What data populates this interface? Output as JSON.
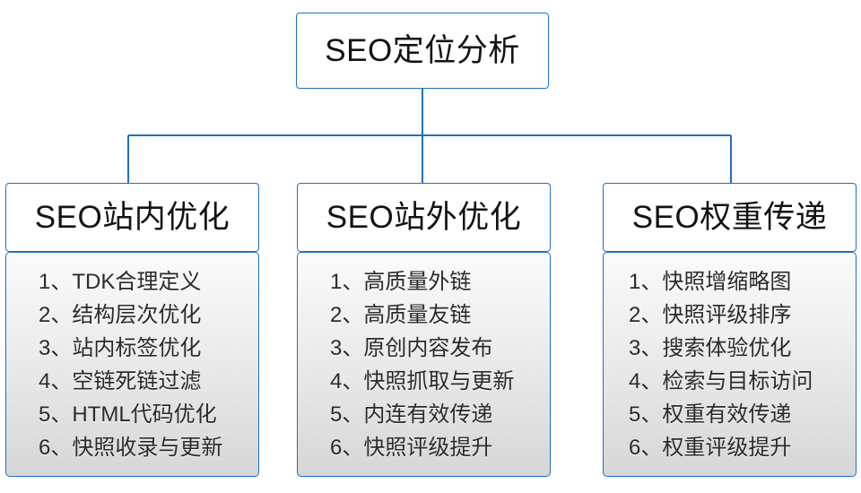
{
  "diagram": {
    "type": "org-chart",
    "accent_color": "#1F6FC4",
    "text_color": "#131313",
    "body_gradient_top": "#fbfbfb",
    "body_gradient_bottom": "#d6d6d6",
    "root": {
      "title": "SEO定位分析"
    },
    "branches": [
      {
        "title": "SEO站内优化",
        "items": [
          "1、TDK合理定义",
          "2、结构层次优化",
          "3、站内标签优化",
          "4、空链死链过滤",
          "5、HTML代码优化",
          "6、快照收录与更新"
        ]
      },
      {
        "title": "SEO站外优化",
        "items": [
          "1、高质量外链",
          "2、高质量友链",
          "3、原创内容发布",
          "4、快照抓取与更新",
          "5、内连有效传递",
          "6、快照评级提升"
        ]
      },
      {
        "title": "SEO权重传递",
        "items": [
          "1、快照增缩略图",
          "2、快照评级排序",
          "3、搜索体验优化",
          "4、检索与目标访问",
          "5、权重有效传递",
          "6、权重评级提升"
        ]
      }
    ]
  }
}
